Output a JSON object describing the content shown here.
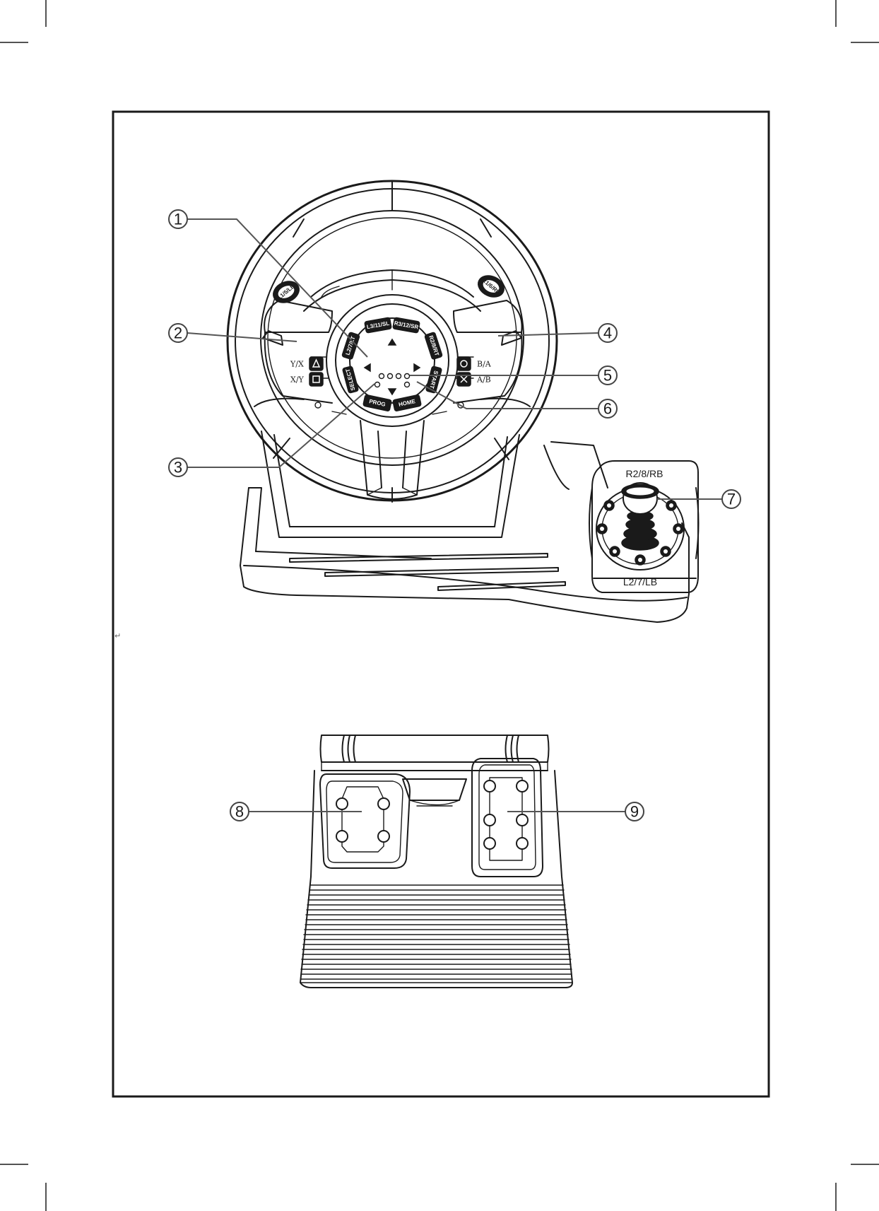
{
  "wheel": {
    "buttons": {
      "l1": "L1/5/LB",
      "r1": "R1/6/RB",
      "l3": "L3/11/SL",
      "r3": "R3/12/SR",
      "l2": "L2/7/LT",
      "r2": "R2/8/RT",
      "select": "SELECT",
      "start": "START",
      "prog": "PROG",
      "home": "HOME"
    },
    "face_labels": {
      "y_x": "Y/X",
      "x_y": "X/Y",
      "b_a": "B/A",
      "a_b": "A/B"
    }
  },
  "joystick": {
    "top_label": "R2/8/RB",
    "bottom_label": "L2/7/LB"
  },
  "callouts": [
    "1",
    "2",
    "3",
    "4",
    "5",
    "6",
    "7",
    "8",
    "9"
  ],
  "return_mark": "↵"
}
